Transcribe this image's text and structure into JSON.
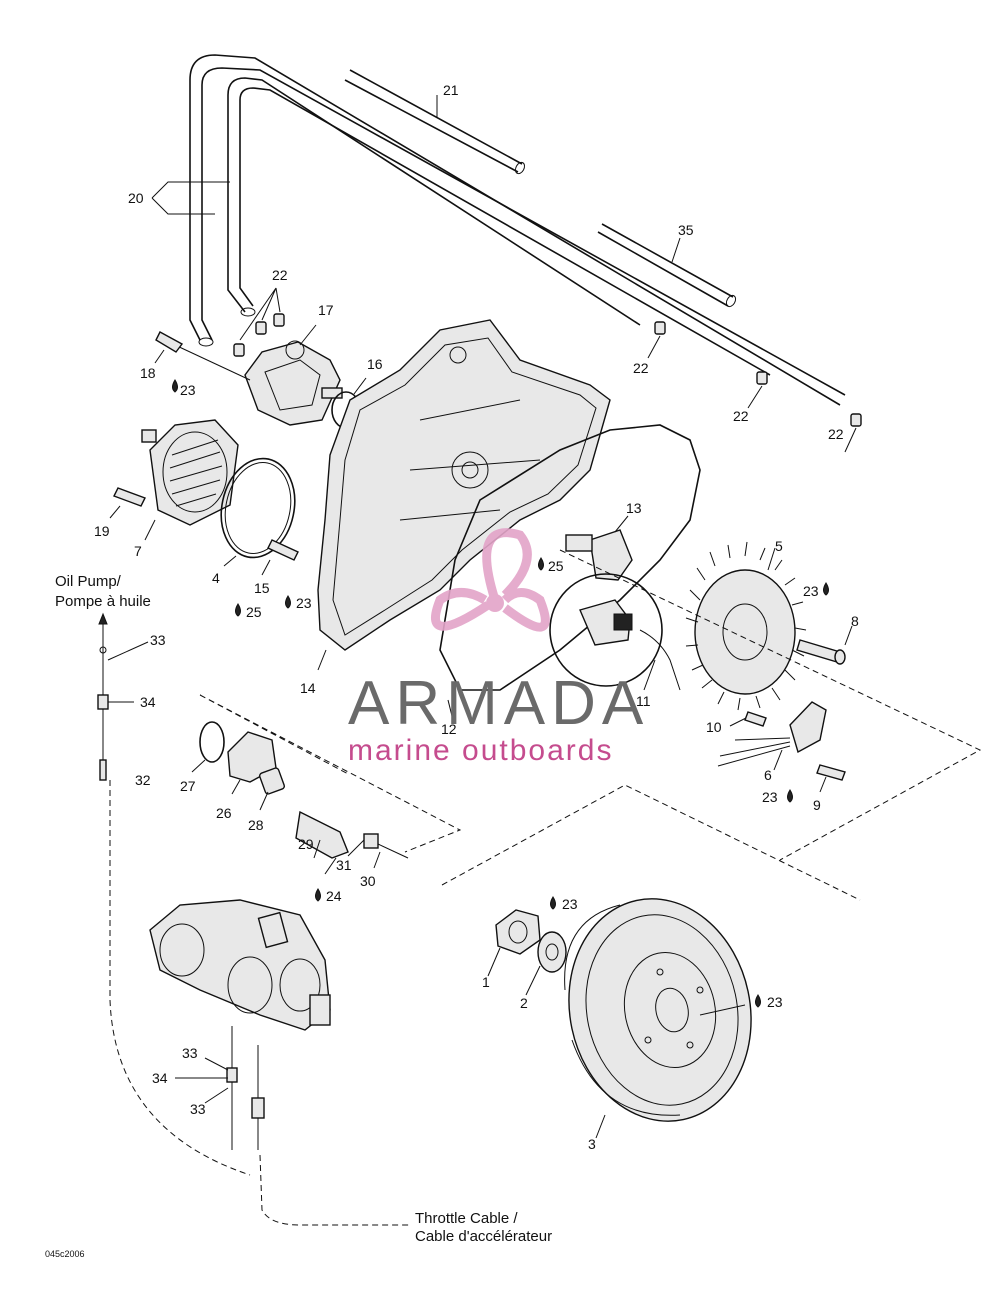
{
  "labels": {
    "p1": "1",
    "p2": "2",
    "p3": "3",
    "p4": "4",
    "p5": "5",
    "p6": "6",
    "p7": "7",
    "p8": "8",
    "p9": "9",
    "p10": "10",
    "p11": "11",
    "p12": "12",
    "p13": "13",
    "p14": "14",
    "p15": "15",
    "p16": "16",
    "p17": "17",
    "p18": "18",
    "p19": "19",
    "p20": "20",
    "p21": "21",
    "p22a": "22",
    "p22b": "22",
    "p22c": "22",
    "p22d": "22",
    "p23a": "23",
    "p23b": "23",
    "p23c": "23",
    "p23d": "23",
    "p23e": "23",
    "p23f": "23",
    "p24": "24",
    "p25a": "25",
    "p25b": "25",
    "p26": "26",
    "p27": "27",
    "p28": "28",
    "p29": "29",
    "p30": "30",
    "p31": "31",
    "p32": "32",
    "p33a": "33",
    "p33b": "33",
    "p33c": "33",
    "p34a": "34",
    "p34b": "34",
    "p35": "35"
  },
  "notes": {
    "oil_pump_line1": "Oil Pump/",
    "oil_pump_line2": "Pompe à huile",
    "throttle_line1": "Throttle Cable /",
    "throttle_line2": "Cable d'accélérateur"
  },
  "drawing_code": "045c2006",
  "watermark": {
    "brand": "ARMADA",
    "tagline": "marine outboards",
    "brand_color": "#6a6a6a",
    "accent_color": "#e3a4c8"
  }
}
